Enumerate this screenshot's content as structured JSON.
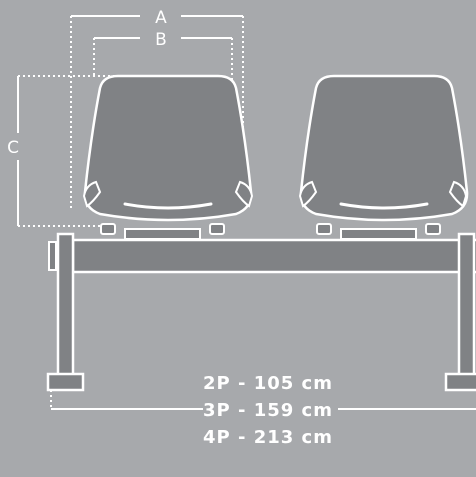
{
  "colors": {
    "background": "#a7a9ac",
    "seat_fill": "#808285",
    "beam_fill": "#808285",
    "line": "#ffffff"
  },
  "dimensions": {
    "a": "A",
    "b": "B",
    "c": "C"
  },
  "sizes": [
    "2P - 105 cm",
    "3P - 159 cm",
    "4P - 213 cm"
  ]
}
